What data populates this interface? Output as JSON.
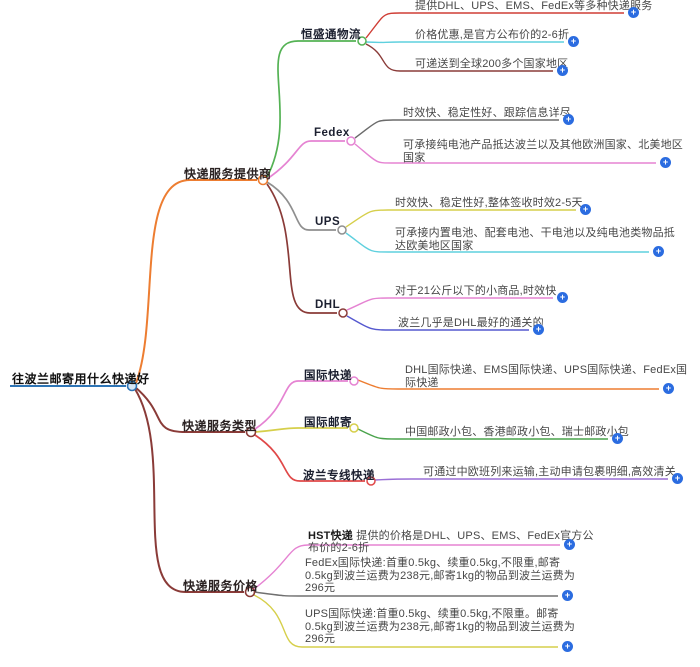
{
  "root": {
    "label": "往波兰邮寄用什么快递好"
  },
  "branches": [
    {
      "label": "快递服务提供商",
      "children": [
        {
          "label": "恒盛通物流",
          "leaves": [
            {
              "text": "提供DHL、UPS、EMS、FedEx等多种快递服务"
            },
            {
              "text": "价格优惠,是官方公布价的2-6折"
            },
            {
              "text": "可递送到全球200多个国家地区"
            }
          ]
        },
        {
          "label": "Fedex",
          "leaves": [
            {
              "text": "时效快、稳定性好、跟踪信息详尽"
            },
            {
              "text": "可承接纯电池产品抵达波兰以及其他欧洲国家、北美地区\n国家"
            }
          ]
        },
        {
          "label": "UPS",
          "leaves": [
            {
              "text": "时效快、稳定性好,整体签收时效2-5天"
            },
            {
              "text": "可承接内置电池、配套电池、干电池以及纯电池类物品抵\n达欧美地区国家"
            }
          ]
        },
        {
          "label": "DHL",
          "leaves": [
            {
              "text": "对于21公斤以下的小商品,时效快"
            },
            {
              "text": "波兰几乎是DHL最好的通关的"
            }
          ]
        }
      ]
    },
    {
      "label": "快递服务类型",
      "children": [
        {
          "label": "国际快递",
          "leaves": [
            {
              "text": "DHL国际快递、EMS国际快递、UPS国际快递、FedEx国\n际快递"
            }
          ]
        },
        {
          "label": "国际邮寄",
          "leaves": [
            {
              "text": "中国邮政小包、香港邮政小包、瑞士邮政小包"
            }
          ]
        },
        {
          "label": "波兰专线快递",
          "leaves": [
            {
              "text": "可通过中欧班列来运输,主动申请包裹明细,高效清关"
            }
          ]
        }
      ]
    },
    {
      "label": "快递服务价格",
      "leaves": [
        {
          "bold": "HST快递",
          "text": " 提供的价格是DHL、UPS、EMS、FedEx官方公\n布价的2-6折"
        },
        {
          "text": "FedEx国际快递:首重0.5kg、续重0.5kg,不限重,邮寄\n0.5kg到波兰运费为238元,邮寄1kg的物品到波兰运费为\n296元"
        },
        {
          "text": "UPS国际快递:首重0.5kg、续重0.5kg,不限重。邮寄\n0.5kg到波兰运费为238元,邮寄1kg的物品到波兰运费为\n296元"
        }
      ]
    }
  ],
  "icons": {
    "add_glyph": "+"
  },
  "colors": {
    "root_blue": "#2e75b6",
    "orange": "#ed7d31",
    "maroon": "#8a3b38",
    "green_branch": "#54b254",
    "green_leaf": "#4aa34c",
    "pink": "#e583d2",
    "gray_branch": "#8f8f8f",
    "gray_dark": "#6b6b6b",
    "gray_leaf": "#707070",
    "yellow": "#d6cf4b",
    "cyan": "#5fd0de",
    "red_leaf": "#cf3d35",
    "red_branch": "#e04848",
    "indigo": "#5558cf",
    "purple": "#9a6fd6",
    "plus_blue": "#2b6ce0",
    "node_fill": "#ffffff",
    "root_fill": "#d6e6f5"
  }
}
